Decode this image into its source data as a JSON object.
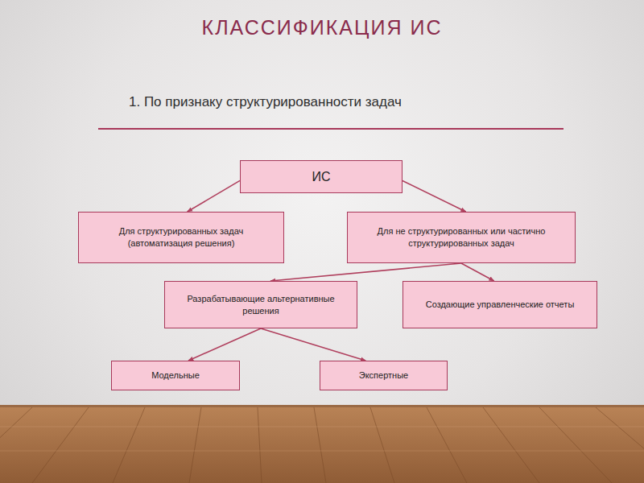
{
  "diagram": {
    "title": "КЛАССИФИКАЦИЯ ИС",
    "nodes": [
      {
        "text": [
          "ИС"
        ]
      },
      {
        "text": [
          "Для структурированных задач (автоматизация решения)"
        ]
      },
      {
        "text": [
          "Для не структурированных или частично структурированных задач"
        ]
      },
      {
        "text": [
          "Разрабатывающие альтернативные решения"
        ]
      },
      {
        "text": [
          "Создающие управленческие отчеты"
        ]
      },
      {
        "text": [
          "Модельные"
        ]
      },
      {
        "text": [
          "Экспертные"
        ]
      }
    ],
    "edges": [
      {
        "from": 0,
        "to": 1,
        "arrow": "to"
      },
      {
        "from": 0,
        "to": 2,
        "arrow": "to"
      },
      {
        "from": 2,
        "to": 3,
        "arrow": "to"
      },
      {
        "from": 2,
        "to": 4,
        "arrow": "to"
      },
      {
        "from": 3,
        "to": 5,
        "arrow": "to"
      },
      {
        "from": 3,
        "to": 6,
        "arrow": "to"
      }
    ],
    "labels": [
      "1. По признаку структурированности задач"
    ]
  }
}
